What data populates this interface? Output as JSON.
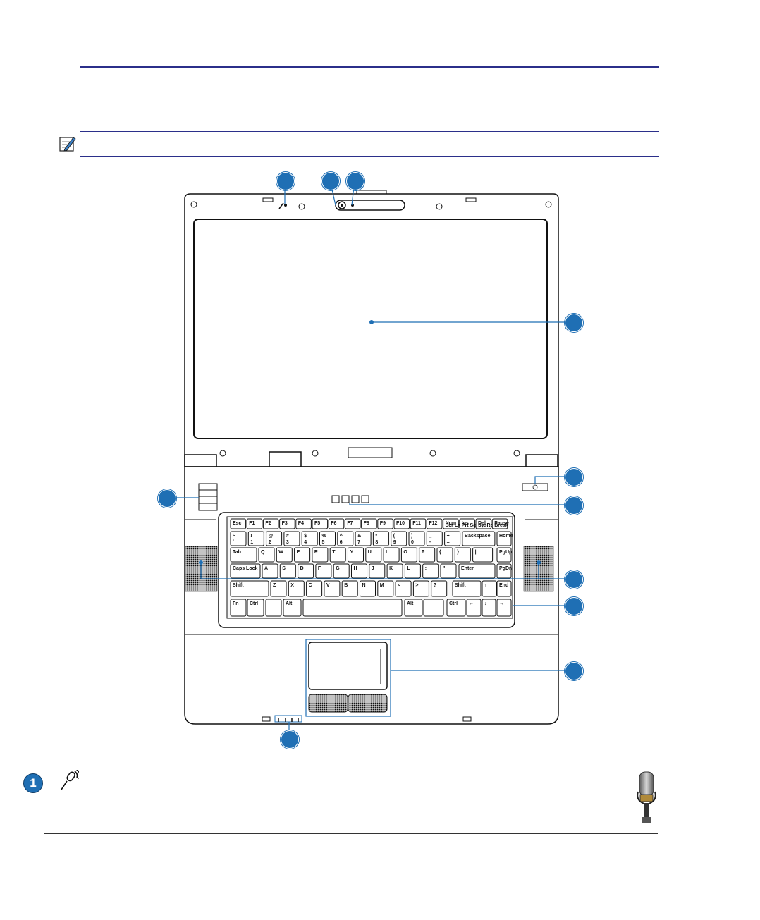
{
  "page": {
    "header_rule_color": "#2b2f8a",
    "note_rule_color": "#2b2f8a",
    "accent_color": "#1f6fb4"
  },
  "icons": {
    "note": "pencil-note-icon",
    "microphone": "microphone-icon",
    "power": "power-icon"
  },
  "figure": {
    "hotkey_icons": [
      "wireless",
      "camera",
      "display",
      "touchpad"
    ]
  },
  "legend": {
    "item1_number": "1"
  },
  "keyboard": {
    "row_fn": [
      "Esc",
      "F1",
      "F2",
      "F3",
      "F4",
      "F5",
      "F6",
      "F7",
      "F8",
      "F9",
      "F10",
      "F11",
      "F12",
      "Num Lk",
      "Ins",
      "Del",
      "Pause"
    ],
    "row_fn_sub": [
      "",
      "",
      "",
      "",
      "",
      "",
      "",
      "",
      "",
      "",
      "",
      "",
      "",
      "Scr Lk",
      "Prt Sc",
      "SysRq",
      "Break"
    ],
    "row_num": [
      "~",
      "!",
      "@",
      "#",
      "$",
      "%",
      "^",
      "&",
      "*",
      "(",
      ")",
      "_",
      "+",
      "Backspace",
      "Home"
    ],
    "row_num_low": [
      "`",
      "1",
      "2",
      "3",
      "4",
      "5",
      "6",
      "7",
      "8",
      "9",
      "0",
      "–",
      "=",
      "",
      ""
    ],
    "row_q": [
      "Tab",
      "Q",
      "W",
      "E",
      "R",
      "T",
      "Y",
      "U",
      "I",
      "O",
      "P",
      "{",
      "}",
      "|",
      "PgUp"
    ],
    "row_a": [
      "Caps Lock",
      "A",
      "S",
      "D",
      "F",
      "G",
      "H",
      "J",
      "K",
      "L",
      ":",
      "\"",
      "Enter",
      "PgDn"
    ],
    "row_z": [
      "Shift",
      "Z",
      "X",
      "C",
      "V",
      "B",
      "N",
      "M",
      "<",
      ">",
      "?",
      "Shift",
      "↑",
      "End"
    ],
    "row_b": [
      "Fn",
      "Ctrl",
      "",
      "Alt",
      "",
      "Alt",
      "",
      "Ctrl",
      "←",
      "↓",
      "→"
    ]
  }
}
